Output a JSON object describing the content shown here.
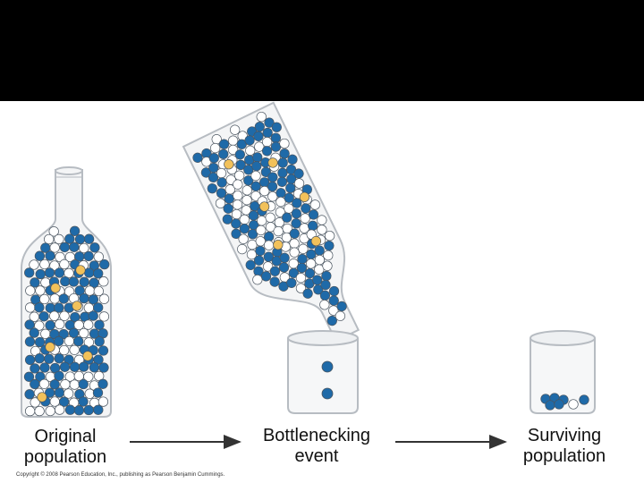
{
  "labels": {
    "original_line1": "Original",
    "original_line2": "population",
    "bottleneck_line1": "Bottlenecking",
    "bottleneck_line2": "event",
    "surviving_line1": "Surviving",
    "surviving_line2": "population"
  },
  "copyright": "Copyright © 2008 Pearson Education, Inc., publishing as Pearson Benjamin Cummings.",
  "colors": {
    "blue_bead": "#1f6aa8",
    "white_bead": "#ffffff",
    "yellow_bead": "#f2c15a",
    "bead_outline": "#4a5560",
    "glass": "#b7bcc2",
    "arrow": "#333333",
    "title_bar": "#000000"
  }
}
